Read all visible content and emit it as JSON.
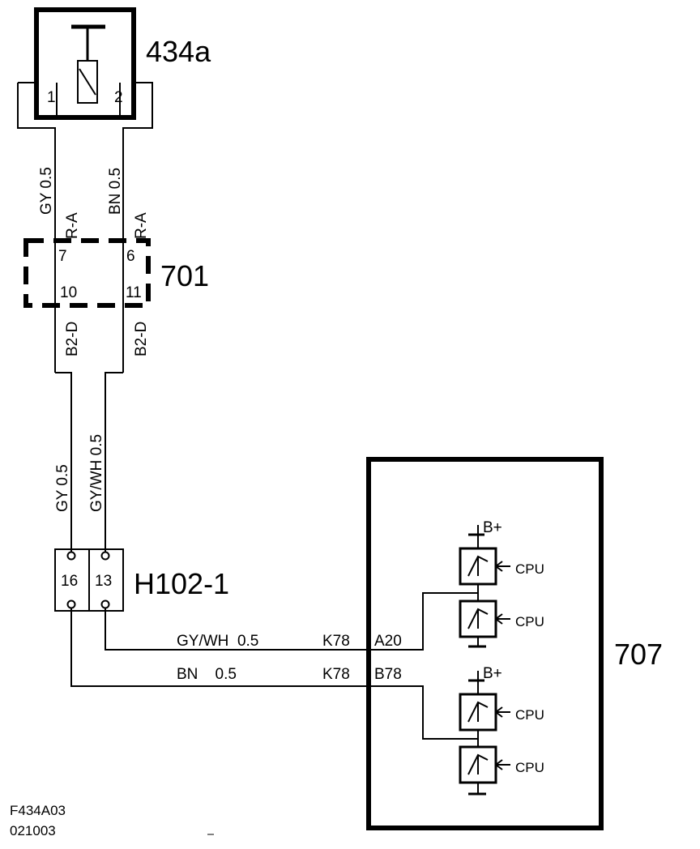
{
  "components": {
    "switch_434a": {
      "label": "434a",
      "pin1": "1",
      "pin2": "2"
    },
    "connector_701": {
      "label": "701",
      "pin_a_top": "7",
      "pin_b_top": "6",
      "pin_a_bottom": "10",
      "pin_b_bottom": "11"
    },
    "connector_h102": {
      "label": "H102-1",
      "pin_left": "16",
      "pin_right": "13"
    },
    "module_707": {
      "label": "707",
      "bplus_top": "B+",
      "bplus_bottom": "B+",
      "cpu_1": "CPU",
      "cpu_2": "CPU",
      "cpu_3": "CPU",
      "cpu_4": "CPU"
    }
  },
  "wires": {
    "upper_left": {
      "color_size": "GY  0.5",
      "conn": "R-A"
    },
    "upper_right": {
      "color_size": "BN  0.5",
      "conn": "R-A"
    },
    "mid_left_conn": "B2-D",
    "mid_right_conn": "B2-D",
    "lower_left": {
      "color_size": "GY  0.5"
    },
    "lower_right": {
      "color_size": "GY/WH  0.5"
    },
    "horizontal_top": {
      "color_size": "GY/WH  0.5",
      "conn": "K78",
      "pin": "A20"
    },
    "horizontal_bottom": {
      "color_size": "BN    0.5",
      "conn": "K78",
      "pin": "B78"
    }
  },
  "footer": {
    "code": "F434A03",
    "date": "021003"
  }
}
